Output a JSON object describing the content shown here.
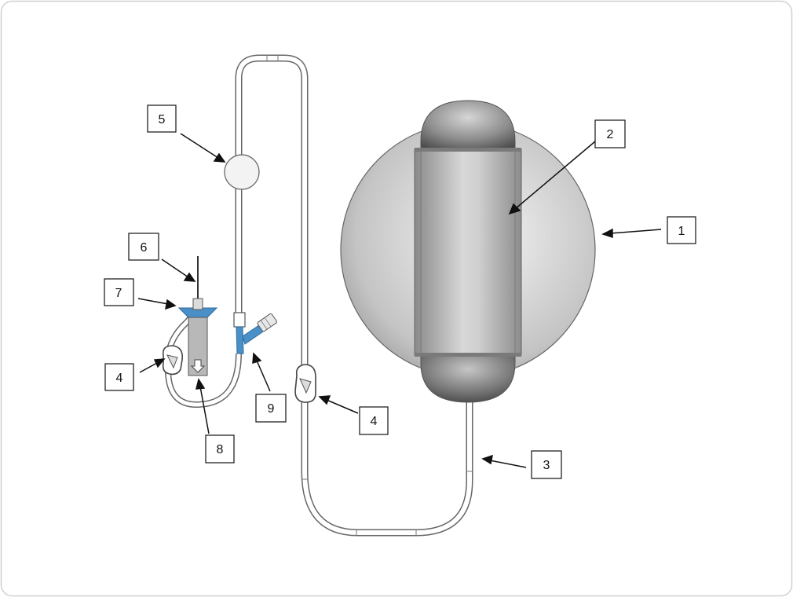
{
  "diagram": {
    "callouts": [
      {
        "id": "c1",
        "label": "1"
      },
      {
        "id": "c2",
        "label": "2"
      },
      {
        "id": "c3",
        "label": "3"
      },
      {
        "id": "c4a",
        "label": "4"
      },
      {
        "id": "c4b",
        "label": "4"
      },
      {
        "id": "c5",
        "label": "5"
      },
      {
        "id": "c6",
        "label": "6"
      },
      {
        "id": "c7",
        "label": "7"
      },
      {
        "id": "c8",
        "label": "8"
      },
      {
        "id": "c9",
        "label": "9"
      }
    ]
  },
  "colors": {
    "outline": "#555555",
    "tube_fill": "#ffffff",
    "reservoir_light": "#eeeeee",
    "reservoir_dark": "#6a6a6a",
    "blue_part": "#4a90c8",
    "frame_border": "#d0d0d0"
  }
}
